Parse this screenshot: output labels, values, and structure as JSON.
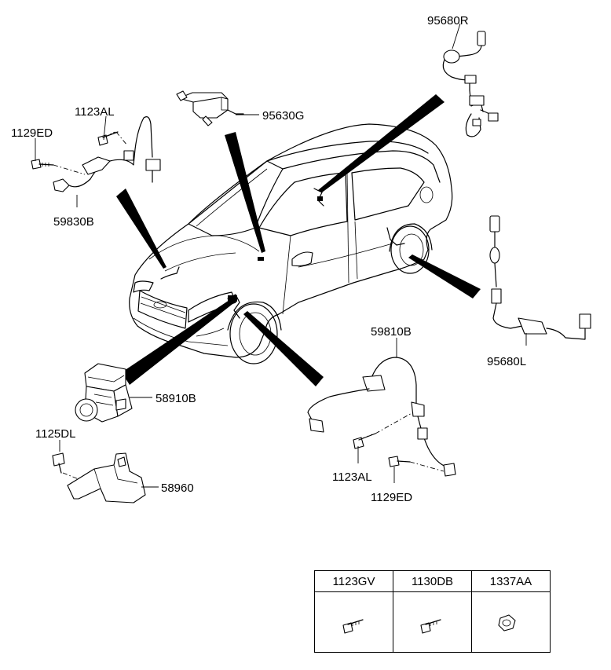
{
  "callouts": {
    "p95680R": "95680R",
    "p95630G": "95630G",
    "p1123AL_top": "1123AL",
    "p1129ED_top": "1129ED",
    "p59830B": "59830B",
    "p95680L": "95680L",
    "p59810B": "59810B",
    "p58910B": "58910B",
    "p1125DL": "1125DL",
    "p58960": "58960",
    "p1123AL_bottom": "1123AL",
    "p1129ED_bottom": "1129ED"
  },
  "parts_table": {
    "headers": [
      "1123GV",
      "1130DB",
      "1337AA"
    ],
    "icons": [
      "bolt-icon",
      "bolt-icon",
      "nut-icon"
    ]
  }
}
